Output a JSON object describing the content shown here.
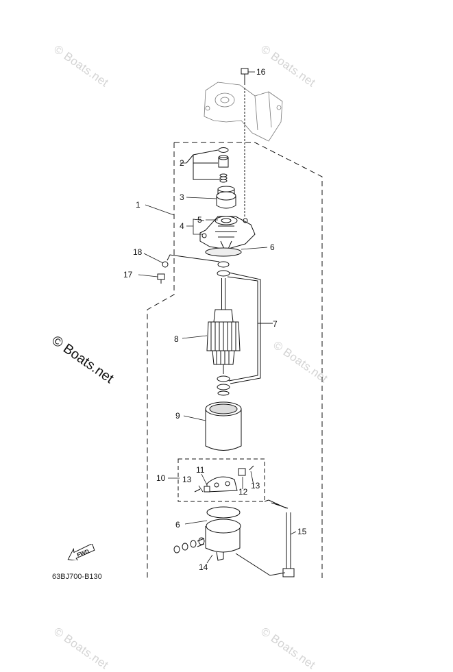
{
  "watermark": {
    "text_small": "© Boats.net",
    "text_large": "© Boats.net"
  },
  "figure_code": "63BJ700-B130",
  "fwd_label": "FWD",
  "callouts": {
    "c1": "1",
    "c2": "2",
    "c3": "3",
    "c4": "4",
    "c5": "5",
    "c6a": "6",
    "c6b": "6",
    "c7": "7",
    "c8": "8",
    "c9": "9",
    "c10": "10",
    "c11": "11",
    "c12": "12",
    "c13a": "13",
    "c13b": "13",
    "c14": "14",
    "c15": "15",
    "c16": "16",
    "c17": "17",
    "c18": "18"
  }
}
